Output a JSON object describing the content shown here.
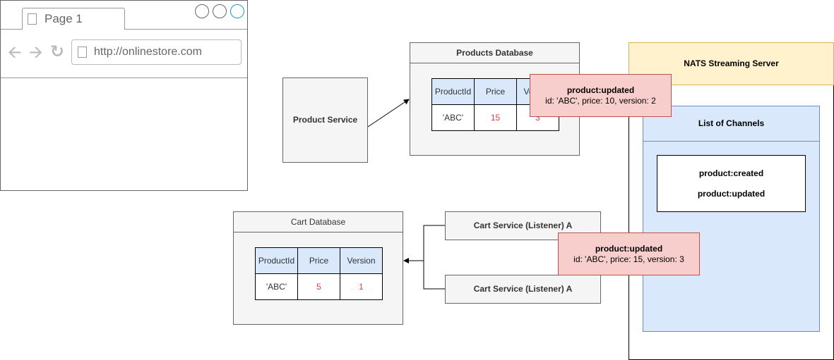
{
  "browser": {
    "tab_label": "Page 1",
    "url": "http://onlinestore.com"
  },
  "product_service": {
    "label": "Product Service"
  },
  "products_db": {
    "title": "Products Database",
    "headers": [
      "ProductId",
      "Price",
      "Version"
    ],
    "row": [
      "'ABC'",
      "15",
      "3"
    ]
  },
  "nats": {
    "title": "NATS Streaming Server",
    "channels_title": "List of Channels",
    "channels": [
      "product:created",
      "product:updated"
    ]
  },
  "event_top": {
    "name": "product:updated",
    "detail": "id: 'ABC', price: 10, version: 2"
  },
  "event_bottom": {
    "name": "product:updated",
    "detail": "id: 'ABC', price: 15, version: 3"
  },
  "cart_db": {
    "title": "Cart Database",
    "headers": [
      "ProductId",
      "Price",
      "Version"
    ],
    "row": [
      "'ABC'",
      "5",
      "1"
    ]
  },
  "cart_service_1": {
    "label": "Cart Service (Listener) A"
  },
  "cart_service_2": {
    "label": "Cart Service (Listener) A"
  },
  "colors": {
    "event_fill": "#f8cecc",
    "nats_header_fill": "#fff2cc",
    "channels_fill": "#dae8fc",
    "table_header_fill": "#dae8fc",
    "red_value": "#e83b3b",
    "box_fill": "#f5f5f5"
  }
}
